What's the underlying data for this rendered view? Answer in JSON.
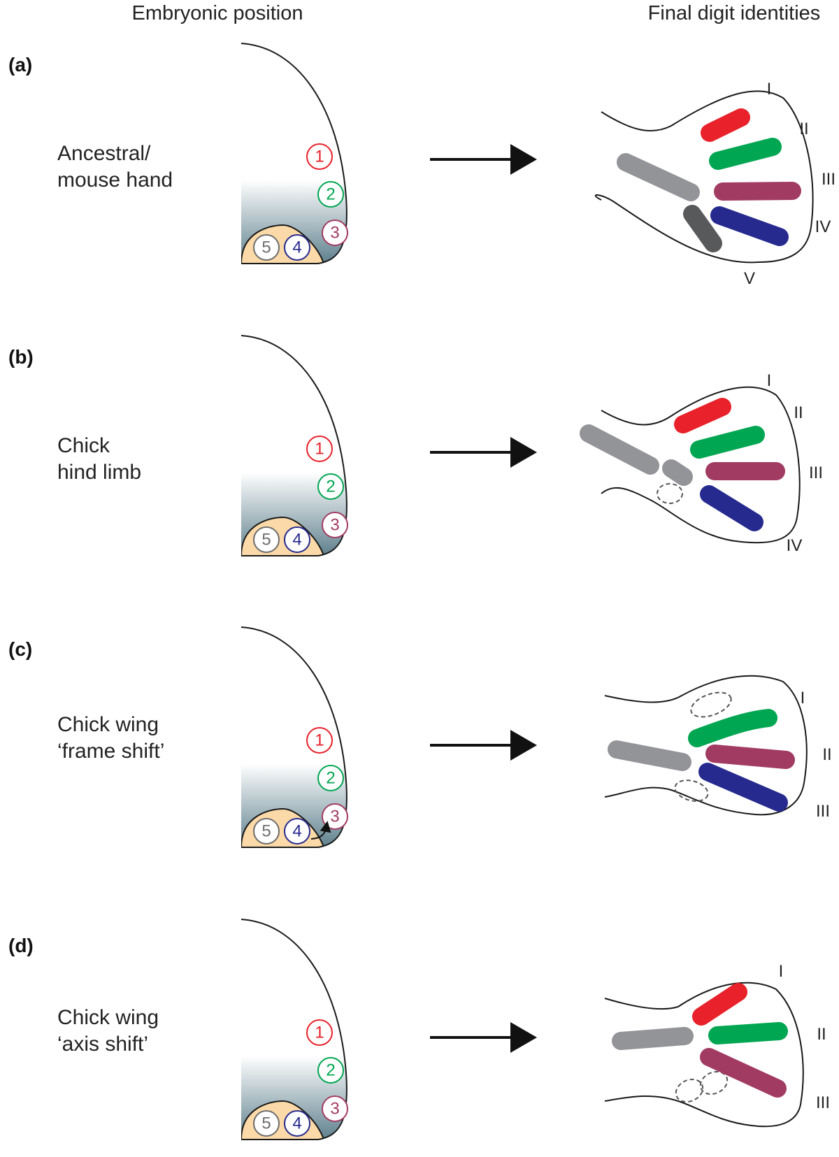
{
  "headers": {
    "left": "Embryonic position",
    "right": "Final digit identities"
  },
  "colors": {
    "digit1": "#e8212a",
    "digit2": "#00a651",
    "digit3": "#a23b62",
    "digit4": "#262a8e",
    "digit5_circle": "#6d6d6d",
    "digit5_bone": "#58595b",
    "proximal_bone": "#929497",
    "zpa_fill": "#fbd9a8",
    "gradient_top": "#ffffff",
    "gradient_bottom": "#5d7f8c"
  },
  "panels": [
    {
      "label": "(a)",
      "title_line1": "Ancestral/",
      "title_line2": "mouse hand",
      "positions": [
        "1",
        "2",
        "3",
        "4",
        "5"
      ],
      "identities": [
        "I",
        "II",
        "III",
        "IV",
        "V"
      ]
    },
    {
      "label": "(b)",
      "title_line1": "Chick",
      "title_line2": "hind limb",
      "positions": [
        "1",
        "2",
        "3",
        "4",
        "5"
      ],
      "identities": [
        "I",
        "II",
        "III",
        "IV"
      ]
    },
    {
      "label": "(c)",
      "title_line1": "Chick wing",
      "title_line2": "‘frame shift’",
      "positions": [
        "1",
        "2",
        "3",
        "4",
        "5"
      ],
      "identities": [
        "I",
        "II",
        "III"
      ]
    },
    {
      "label": "(d)",
      "title_line1": "Chick wing",
      "title_line2": "‘axis shift’",
      "positions": [
        "1",
        "2",
        "3",
        "4",
        "5"
      ],
      "identities": [
        "I",
        "II",
        "III"
      ]
    }
  ]
}
